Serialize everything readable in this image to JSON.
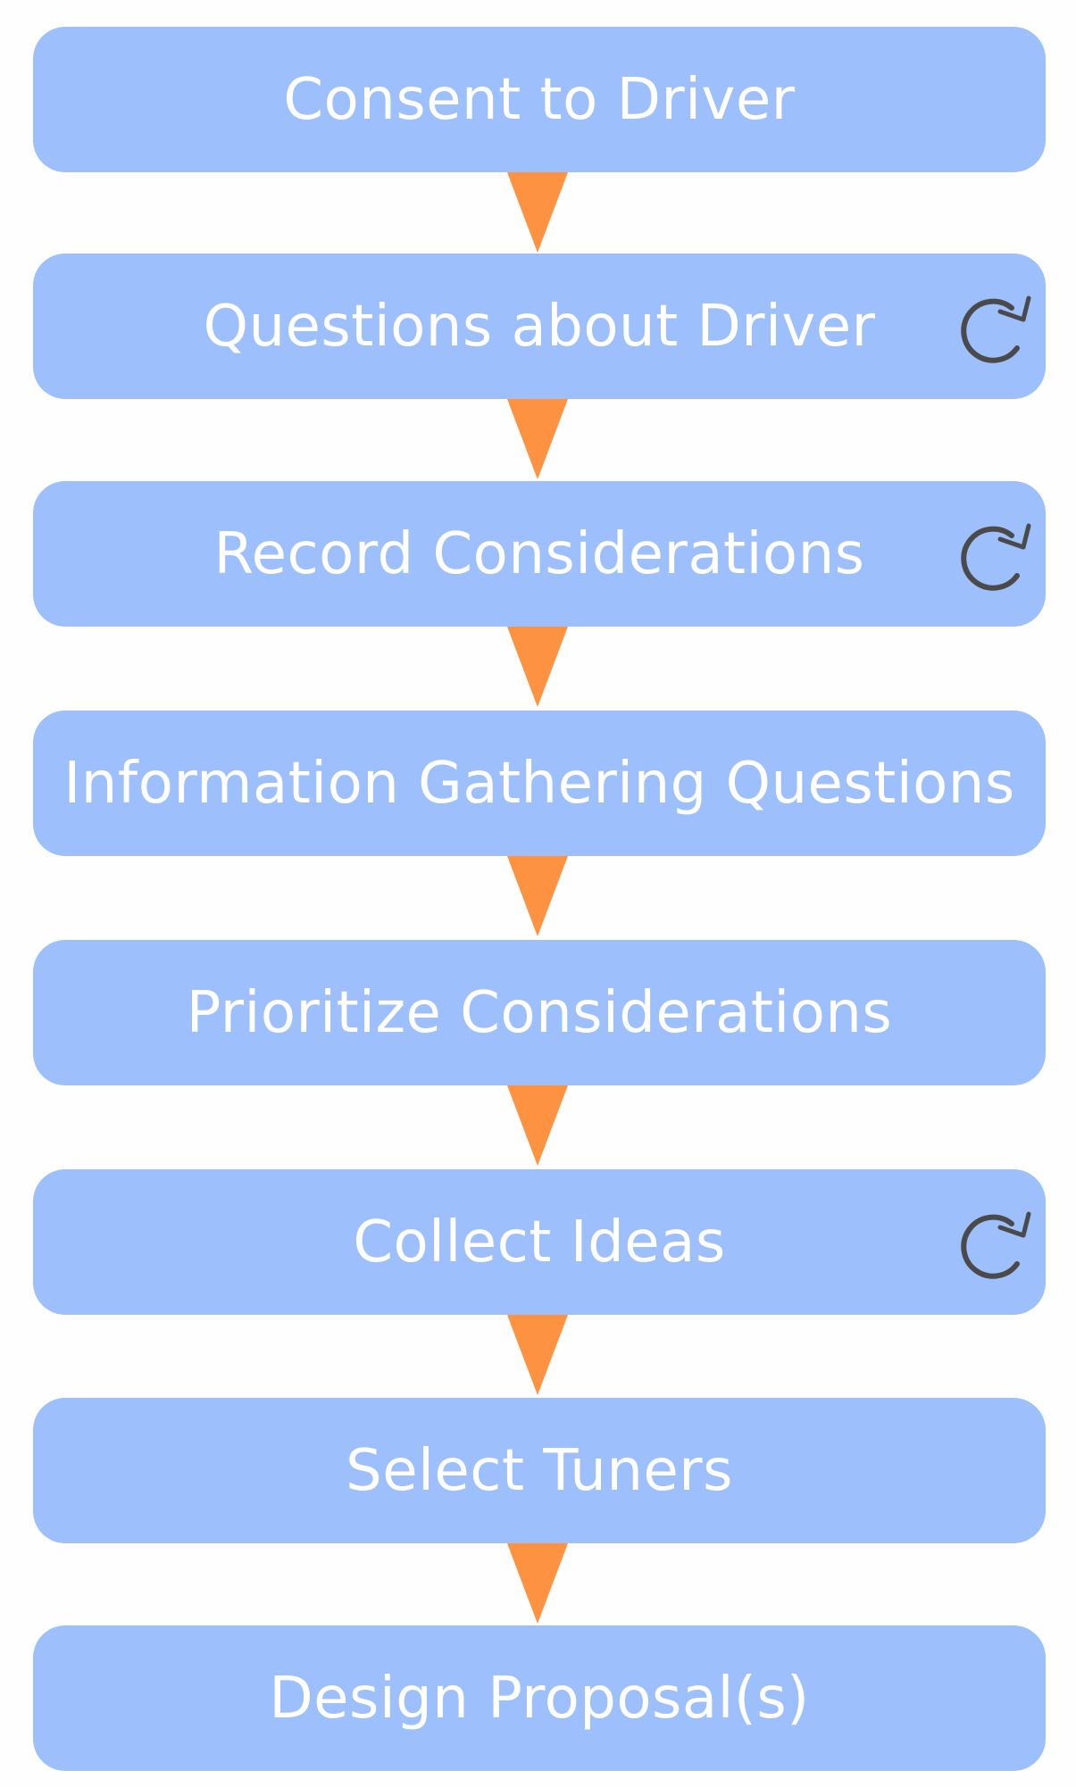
{
  "colors": {
    "step_fill": "#9dbffb",
    "step_text": "#ffffff",
    "connector": "#fd9240",
    "cycle_icon": "#4a4a4a",
    "background": "#fefefe"
  },
  "steps": [
    {
      "label": "Consent to Driver",
      "repeatable": false
    },
    {
      "label": "Questions about Driver",
      "repeatable": true
    },
    {
      "label": "Record Considerations",
      "repeatable": true
    },
    {
      "label": "Information Gathering Questions",
      "repeatable": false
    },
    {
      "label": "Prioritize Considerations",
      "repeatable": false
    },
    {
      "label": "Collect Ideas",
      "repeatable": true
    },
    {
      "label": "Select Tuners",
      "repeatable": false
    },
    {
      "label": "Design Proposal(s)",
      "repeatable": false
    }
  ],
  "connector_icon": "down-triangle-arrow",
  "repeat_icon": "cycle-arrow-icon"
}
